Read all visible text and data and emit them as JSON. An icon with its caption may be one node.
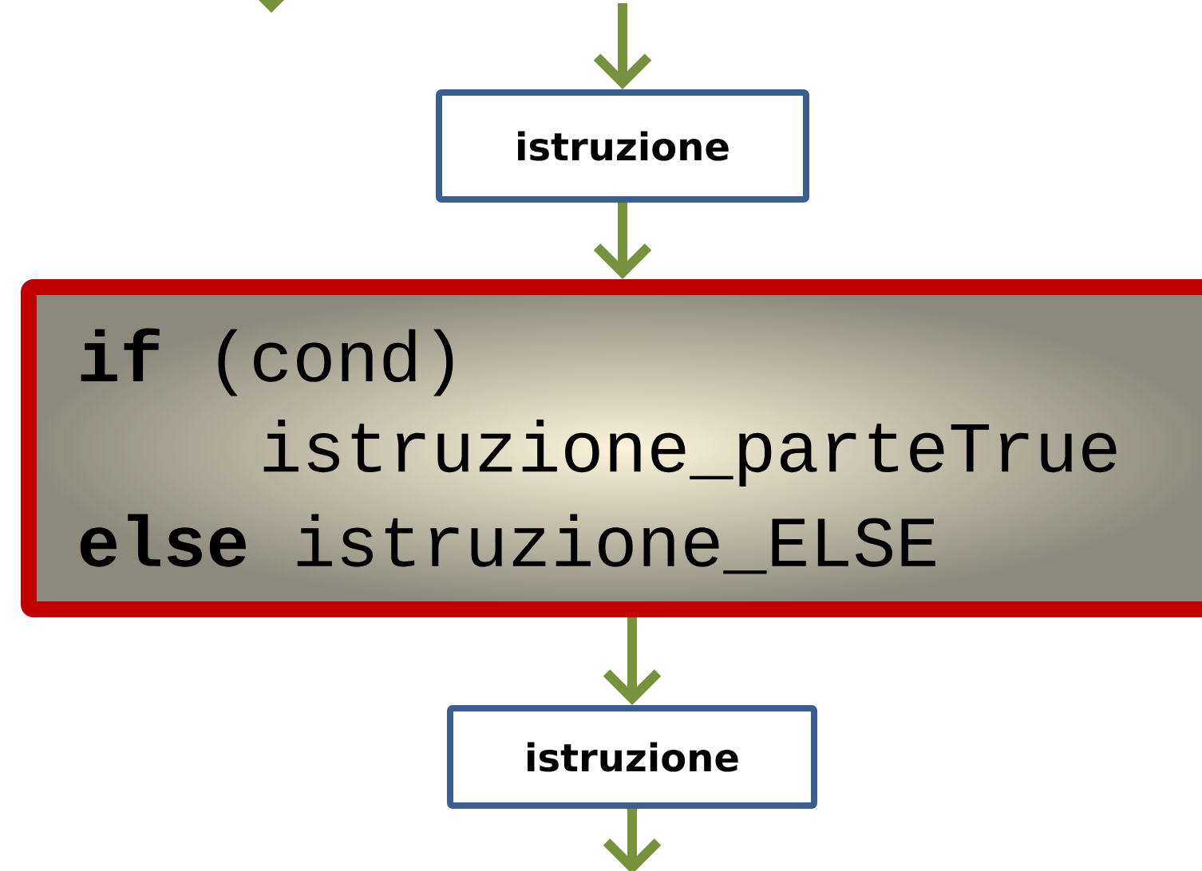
{
  "diagram": {
    "nodes": [
      {
        "text": [
          "istruzione"
        ]
      },
      {
        "text": [
          "**if** (cond)",
          "istruzione_parteTrue",
          "**else** istruzione_ELSE"
        ]
      },
      {
        "text": [
          "istruzione"
        ]
      }
    ],
    "edges": [
      {
        "from": null,
        "to": 0,
        "arrow": "to"
      },
      {
        "from": 0,
        "to": 1,
        "arrow": "to"
      },
      {
        "from": 1,
        "to": 2,
        "arrow": "to"
      },
      {
        "from": 2,
        "to": null,
        "arrow": "to"
      }
    ]
  }
}
